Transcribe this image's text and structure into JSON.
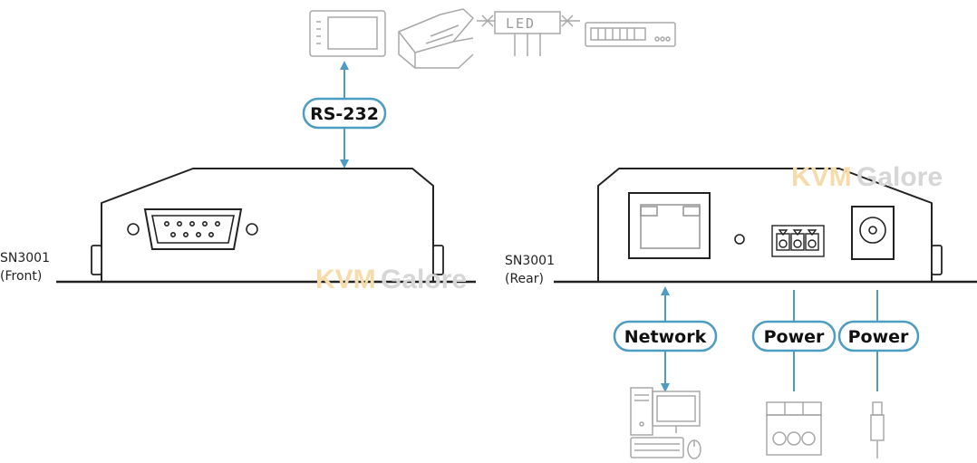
{
  "top": {
    "connection_label": "RS-232",
    "led_display_text": "LED",
    "peripherals": [
      "touch-panel-icon",
      "printer-icon",
      "led-display-icon",
      "serial-device-icon"
    ]
  },
  "front": {
    "label_line1": "SN3001",
    "label_line2": "(Front)",
    "port": "db9-serial-port-icon"
  },
  "rear": {
    "label_line1": "SN3001",
    "label_line2": "(Rear)",
    "ports": [
      "rj45-port-icon",
      "power-terminal-block-icon",
      "dc-power-jack-icon"
    ]
  },
  "connections": {
    "network_label": "Network",
    "power_terminal_label": "Power",
    "power_jack_label": "Power"
  },
  "watermark": {
    "part1": "KVM",
    "part2": "Galore"
  },
  "colors": {
    "accent": "#4d9cc1",
    "icon_gray": "#a8a8a8",
    "line": "#222222"
  }
}
